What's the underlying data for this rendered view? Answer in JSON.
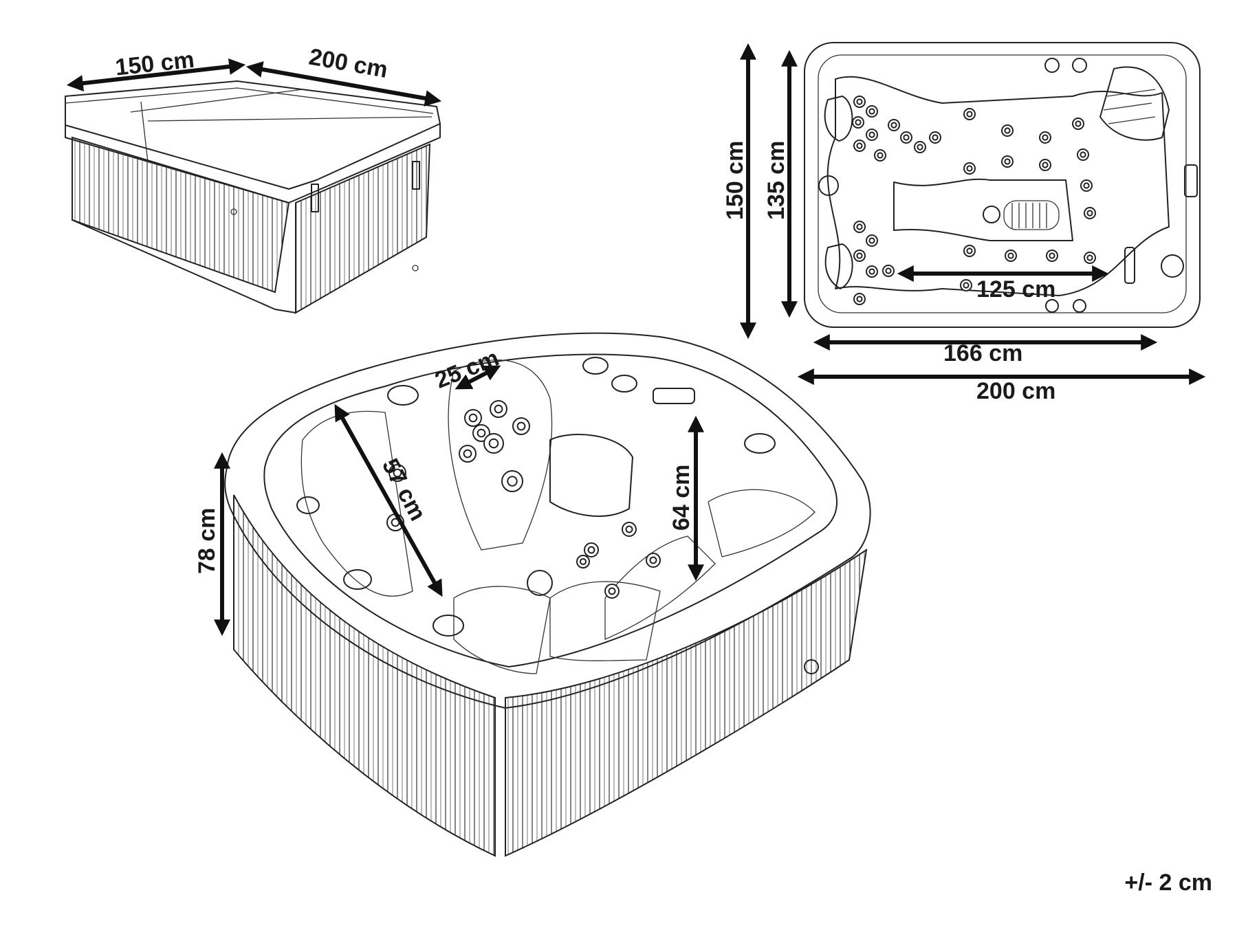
{
  "views": {
    "covered_tub": {
      "width_label": "150 cm",
      "length_label": "200 cm"
    },
    "top_view": {
      "outer_height_label": "150 cm",
      "inner_height_label": "135 cm",
      "seat_length_label": "125 cm",
      "inner_length_label": "166 cm",
      "outer_length_label": "200 cm"
    },
    "perspective_view": {
      "headrest_label": "25 cm",
      "seat_diagonal_label": "57 cm",
      "inner_depth_label": "64 cm",
      "total_height_label": "78 cm"
    }
  },
  "tolerance": "+/- 2 cm"
}
